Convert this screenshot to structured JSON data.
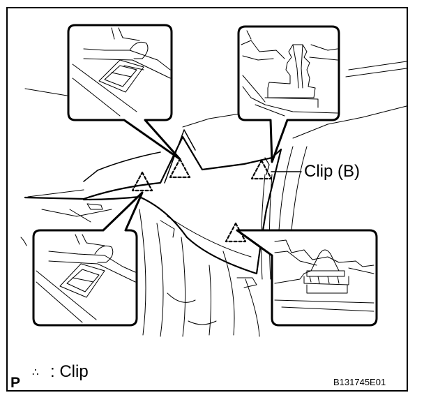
{
  "callout": {
    "clip_b_label": "Clip (B)"
  },
  "legend": {
    "p_mark": "P",
    "symbol": "∴",
    "text": ": Clip",
    "symbol_name": "triangle-clip-icon"
  },
  "figure": {
    "code": "B131745E01"
  },
  "colors": {
    "line": "#000000",
    "background": "#ffffff"
  }
}
